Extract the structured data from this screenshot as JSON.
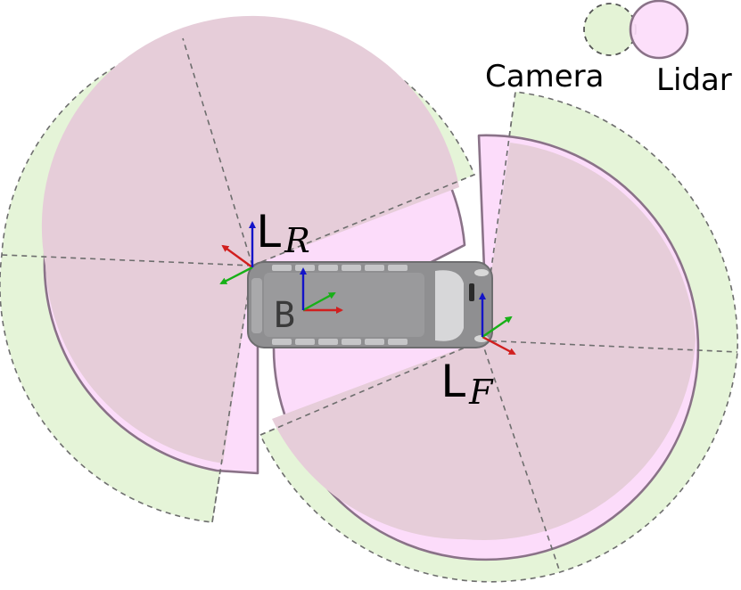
{
  "legend": {
    "camera": "Camera",
    "lidar": "Lidar"
  },
  "frames": {
    "rear_lidar": {
      "main": "L",
      "sub": "R"
    },
    "front_lidar": {
      "main": "L",
      "sub": "F"
    },
    "body": "B"
  },
  "colors": {
    "camera_fill": "#e4f3d6",
    "lidar_fill": "#fcdcfa",
    "overlap_fill": "#e6cdd9",
    "lidar_edge": "#8a7288",
    "dashed_edge": "#6e6e6e",
    "vehicle": "#8f8f91",
    "axis_x": "#d11f1f",
    "axis_y": "#18b018",
    "axis_z": "#1414c8"
  }
}
